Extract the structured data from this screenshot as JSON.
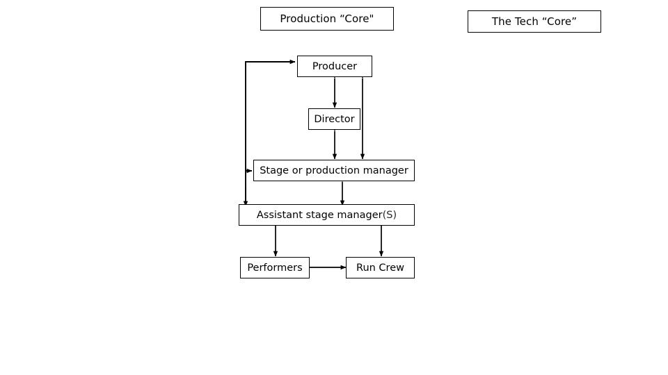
{
  "diagram": {
    "titles": [
      {
        "id": "production-core",
        "label": "Production “Core\""
      },
      {
        "id": "tech-core",
        "label": "The Tech “Core”"
      }
    ],
    "nodes": [
      {
        "id": "producer",
        "label": "Producer"
      },
      {
        "id": "director",
        "label": "Director"
      },
      {
        "id": "stage-manager",
        "label": "Stage or production manager"
      },
      {
        "id": "assistant-stage-manager",
        "label": "Assistant stage manager",
        "suffix": "(S)"
      },
      {
        "id": "performers",
        "label": "Performers"
      },
      {
        "id": "run-crew",
        "label": "Run Crew"
      }
    ],
    "connections": [
      {
        "from": "performers",
        "to": "assistant-stage-manager",
        "arrows": "both"
      },
      {
        "from": "run-crew",
        "to": "assistant-stage-manager",
        "arrows": "both"
      },
      {
        "from": "performers",
        "to": "run-crew",
        "arrows": "both"
      },
      {
        "from": "assistant-stage-manager",
        "to": "stage-manager",
        "arrows": "both"
      },
      {
        "from": "stage-manager",
        "to": "director",
        "arrows": "both"
      },
      {
        "from": "director",
        "to": "producer",
        "arrows": "both"
      },
      {
        "from": "stage-manager",
        "to": "producer",
        "arrows": "both"
      },
      {
        "from": "assistant-stage-manager",
        "to": "producer",
        "arrows": "elbow-left"
      }
    ],
    "colors": {
      "line": "#000000",
      "box_border": "#000000",
      "background": "#ffffff",
      "text": "#000000"
    }
  }
}
